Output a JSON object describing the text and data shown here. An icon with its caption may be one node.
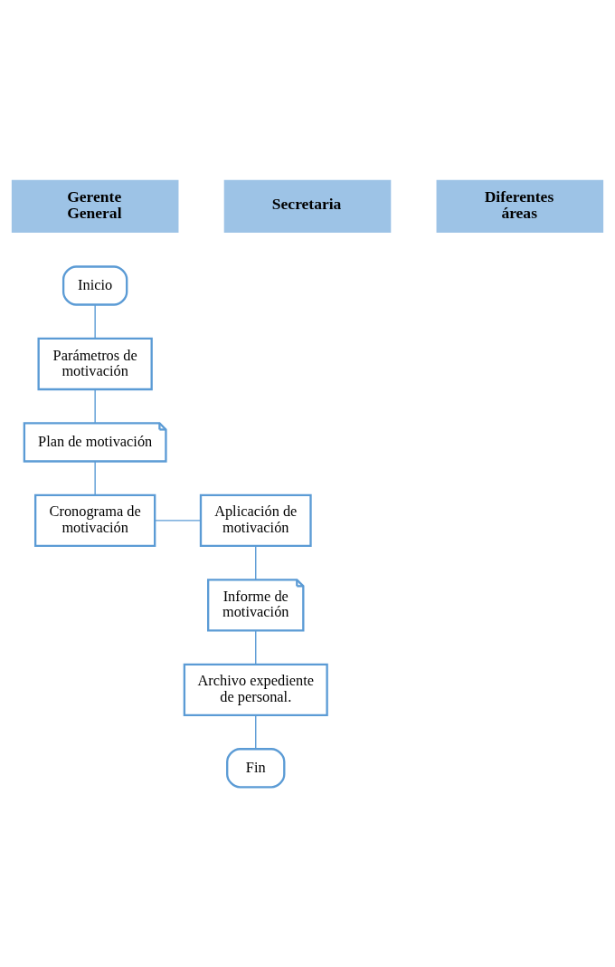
{
  "diagram": {
    "nodes": [
      {
        "text": [
          "Inicio"
        ]
      },
      {
        "text": [
          "Parámetros de motivación"
        ]
      },
      {
        "text": [
          "Plan de motivación"
        ]
      },
      {
        "text": [
          "Cronograma de motivación"
        ]
      },
      {
        "text": [
          "Aplicación de motivación"
        ]
      },
      {
        "text": [
          "Informe de motivación"
        ]
      },
      {
        "text": [
          "Archivo expediente de personal."
        ]
      },
      {
        "text": [
          "Fin"
        ]
      }
    ],
    "edges": [
      {
        "from": 0,
        "to": 1,
        "arrow": "none"
      },
      {
        "from": 1,
        "to": 2,
        "arrow": "none"
      },
      {
        "from": 2,
        "to": 3,
        "arrow": "none"
      },
      {
        "from": 3,
        "to": 4,
        "arrow": "none"
      },
      {
        "from": 4,
        "to": 5,
        "arrow": "none"
      },
      {
        "from": 5,
        "to": 6,
        "arrow": "none"
      },
      {
        "from": 6,
        "to": 7,
        "arrow": "none"
      }
    ],
    "labels": [
      "Gerente General",
      "Secretaria",
      "Diferentes áreas"
    ]
  }
}
